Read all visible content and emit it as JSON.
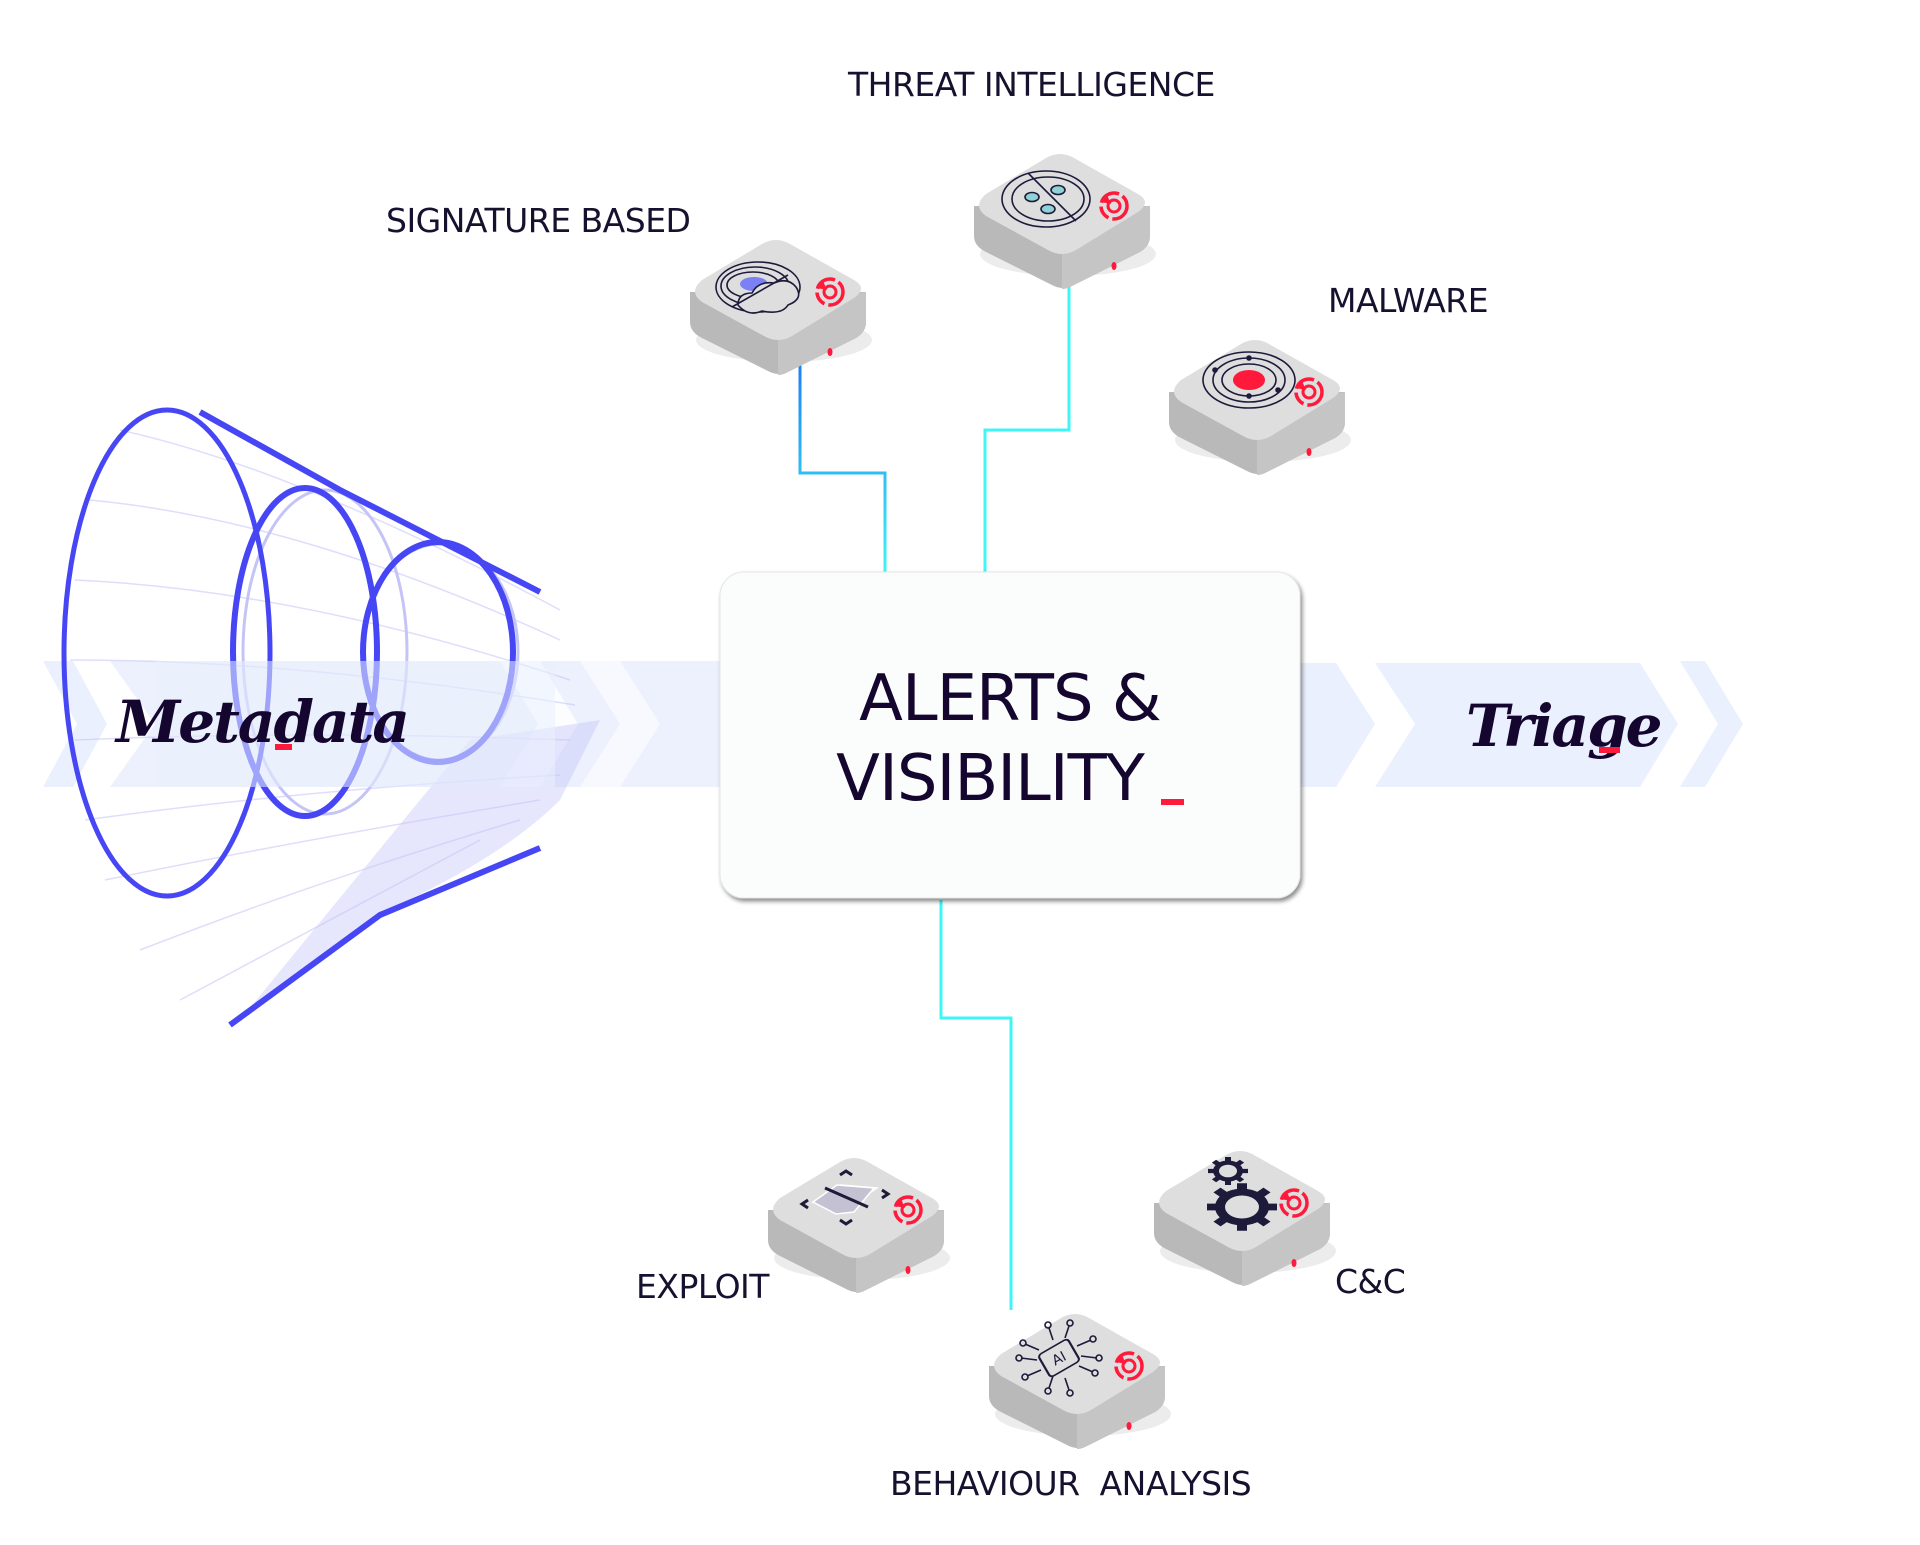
{
  "diagram": {
    "hub": {
      "line1": "ALERTS &",
      "line2": "VISIBILITY",
      "cursor": "_"
    },
    "flow": {
      "input_label": "Metadata",
      "output_label": "Triage",
      "cursor": "_"
    },
    "sources": [
      {
        "id": "signature",
        "label": "SIGNATURE BASED",
        "icon": "brain-scan-icon",
        "position": "top-left"
      },
      {
        "id": "threat",
        "label": "THREAT INTELLIGENCE",
        "icon": "network-globe-icon",
        "position": "top-center"
      },
      {
        "id": "malware",
        "label": "MALWARE",
        "icon": "target-orbit-icon",
        "position": "top-right"
      },
      {
        "id": "exploit",
        "label": "EXPLOIT",
        "icon": "scan-frame-icon",
        "position": "bottom-left"
      },
      {
        "id": "behaviour",
        "label": "BEHAVIOUR  ANALYSIS",
        "icon": "ai-chip-icon",
        "position": "bottom-center"
      },
      {
        "id": "cnc",
        "label": "C&C",
        "icon": "gears-icon",
        "position": "bottom-right"
      }
    ],
    "device_badge_icon": "brand-target-icon",
    "colors": {
      "text": "#16112e",
      "accent_red": "#ff1a3c",
      "funnel_blue": "#4646f5",
      "band": "#eaf0fd",
      "connector_cyan": "#3ff5f5",
      "connector_blue": "#1a7cf5",
      "device_top": "#dedede",
      "device_side": "#b9b9b9"
    }
  }
}
